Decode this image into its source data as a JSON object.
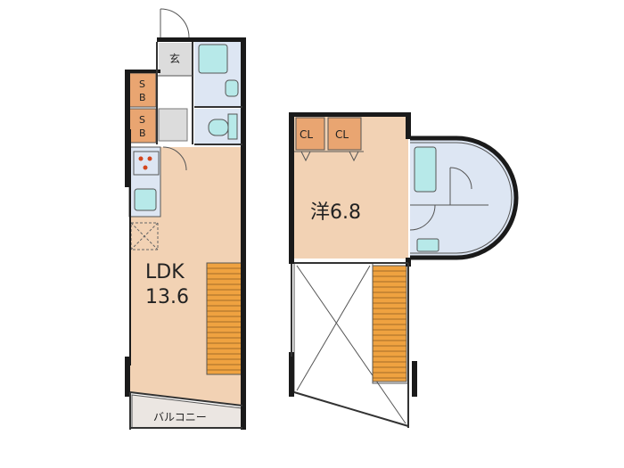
{
  "colors": {
    "room_fill": "#f2d2b4",
    "wet_fill": "#dde6f3",
    "storage_fill": "#e9a571",
    "fixture_fill": "#b7e9e9",
    "stair_fill": "#efa240",
    "entry_fill": "#dcdcdc",
    "balcony_fill": "#ebe6e2",
    "wall": "#1a1a1a"
  },
  "floor1": {
    "entrance_label": "玄",
    "sb1_top": "S",
    "sb1_bottom": "B",
    "sb2_top": "S",
    "sb2_bottom": "B",
    "ldk_label": "LDK",
    "ldk_size": "13.6",
    "balcony_label": "バルコニー"
  },
  "floor2": {
    "cl1_label": "CL",
    "cl2_label": "CL",
    "room_label": "洋6.8"
  },
  "icons": [
    "door-swing-icon",
    "bathtub-icon",
    "washbasin-icon",
    "toilet-icon",
    "stove-icon",
    "sink-icon",
    "fridge-space-icon",
    "stair-icon",
    "void-cross-icon"
  ]
}
